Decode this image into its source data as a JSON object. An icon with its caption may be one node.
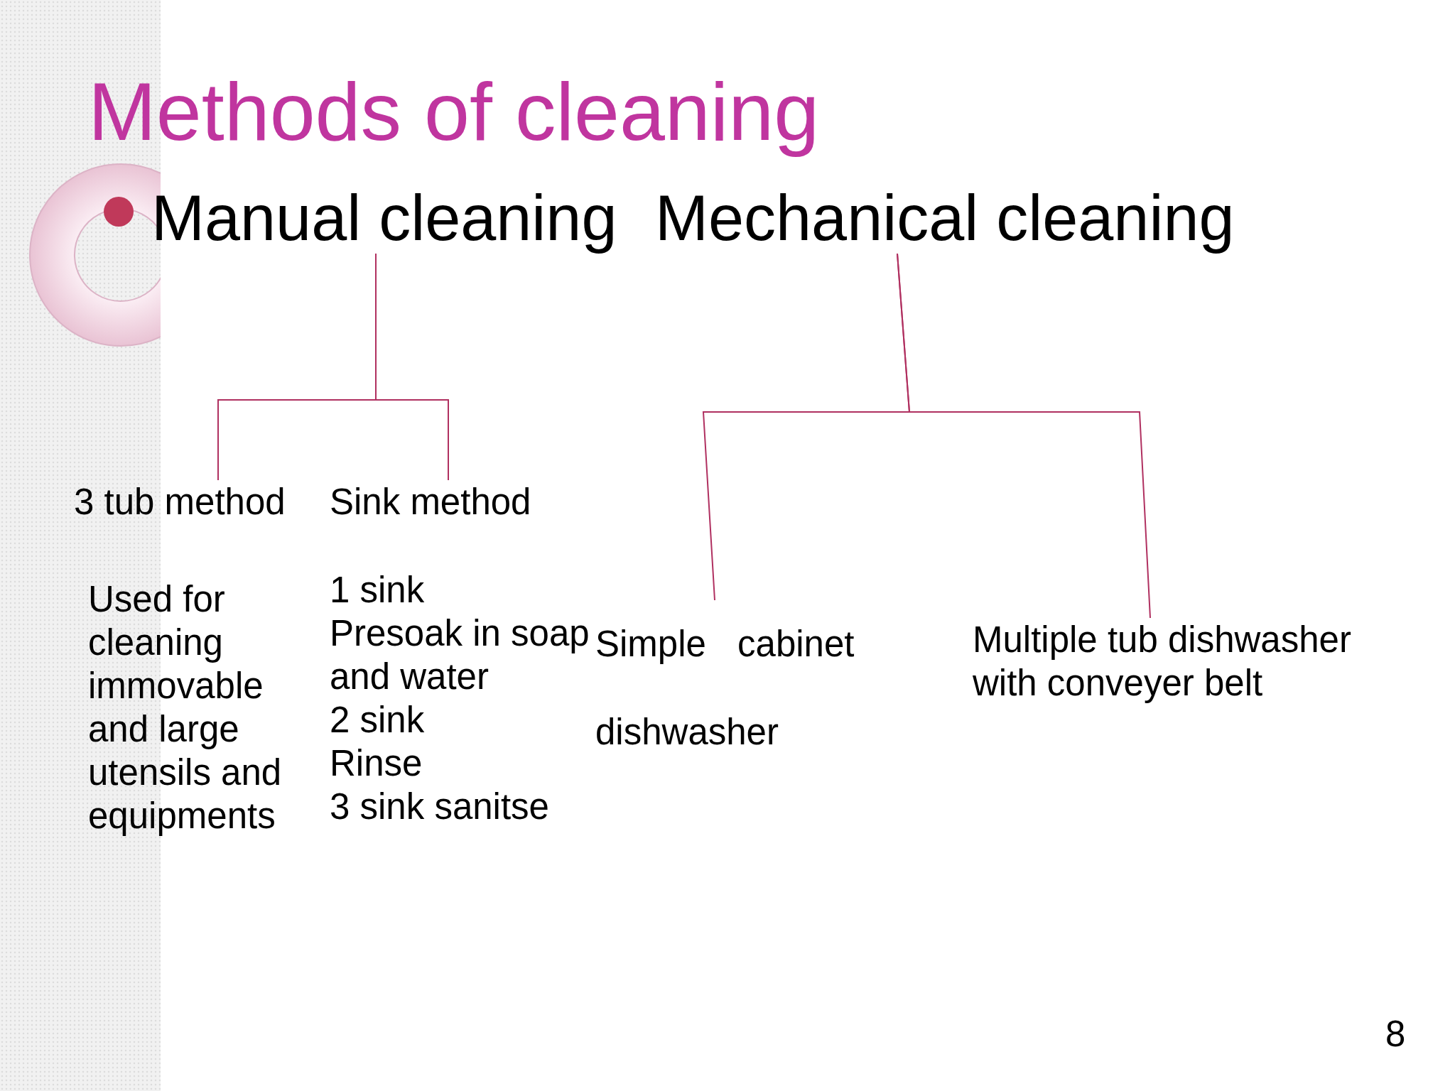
{
  "diagram": {
    "title": "Methods of cleaning",
    "nodes": [
      {
        "text": [
          "Manual cleaning"
        ]
      },
      {
        "text": [
          "Mechanical cleaning"
        ]
      },
      {
        "text": [
          "3 tub method"
        ]
      },
      {
        "text": [
          "Sink method"
        ]
      },
      {
        "text": [
          "Simple cabinet dishwasher"
        ]
      },
      {
        "text": [
          "Multiple tub dishwasher with conveyer belt"
        ]
      }
    ],
    "edges": [
      {
        "from": 0,
        "to": 2,
        "arrow": "none"
      },
      {
        "from": 0,
        "to": 3,
        "arrow": "none"
      },
      {
        "from": 1,
        "to": 4,
        "arrow": "none"
      },
      {
        "from": 1,
        "to": 5,
        "arrow": "none"
      }
    ],
    "labels": [
      "Used for cleaning immovable and large utensils and equipments",
      "1 sink",
      "Presoak in soap and water",
      "2 sink",
      "Rinse",
      "3 sink sanitse",
      "8"
    ]
  }
}
